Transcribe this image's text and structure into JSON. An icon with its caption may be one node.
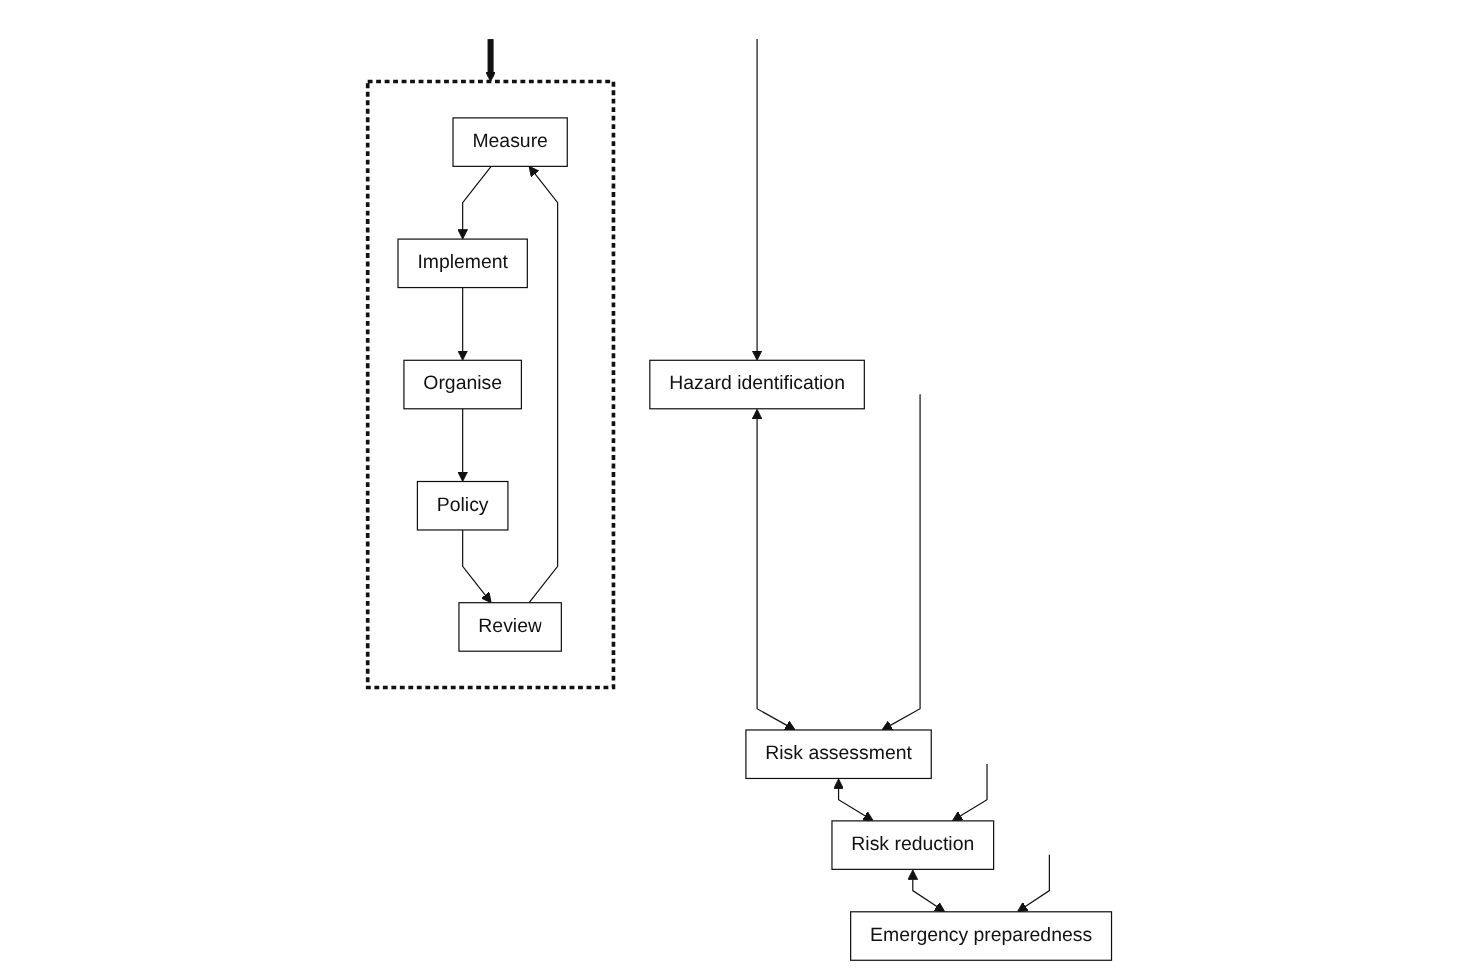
{
  "diagram": {
    "nodes": [
      {
        "text": [
          "Hazard identification"
        ]
      },
      {
        "text": [
          "Risk assessment"
        ]
      },
      {
        "text": [
          "Risk reduction"
        ]
      },
      {
        "text": [
          "Emergency preparedness"
        ]
      },
      {
        "text": [],
        "shape": "box"
      },
      {
        "text": [
          "Measure"
        ],
        "in": 4
      },
      {
        "text": [
          "Implement"
        ],
        "in": 4
      },
      {
        "text": [
          "Organise"
        ],
        "in": 4
      },
      {
        "text": [
          "Policy"
        ],
        "in": 4
      },
      {
        "text": [
          "Review"
        ],
        "in": 4
      }
    ],
    "edges": [
      {
        "from": 0,
        "to": 1,
        "arrow": "both"
      },
      {
        "from": 1,
        "to": 2,
        "arrow": "both"
      },
      {
        "from": 2,
        "to": 3,
        "arrow": "both"
      },
      {
        "from": null,
        "to": 0,
        "arrow": "to"
      },
      {
        "from": null,
        "to": 1,
        "arrow": "to"
      },
      {
        "from": null,
        "to": 2,
        "arrow": "to"
      },
      {
        "from": null,
        "to": 3,
        "arrow": "to"
      },
      {
        "from": null,
        "to": 4,
        "arrow": "to",
        "style": "thick"
      },
      {
        "from": 5,
        "to": 6,
        "arrow": "to"
      },
      {
        "from": 6,
        "to": 7,
        "arrow": "to"
      },
      {
        "from": 7,
        "to": 8,
        "arrow": "to"
      },
      {
        "from": 8,
        "to": 9,
        "arrow": "to"
      },
      {
        "from": 9,
        "to": 5,
        "arrow": "to"
      }
    ]
  }
}
